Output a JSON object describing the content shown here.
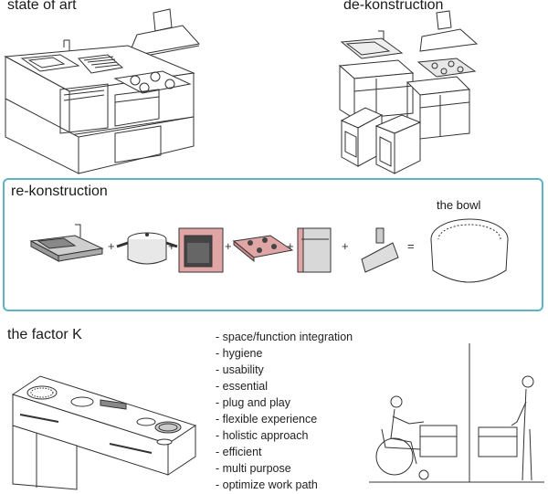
{
  "sections": {
    "state_of_art": "state of art",
    "de_konstruction": "de-konstruction",
    "re_konstruction": "re-konstruction",
    "the_bowl": "the bowl",
    "factor_k": "the factor K"
  },
  "equation": {
    "plus": "+",
    "equals": "="
  },
  "features": [
    "space/function integration",
    "hygiene",
    "usability",
    "essential",
    "plug and play",
    "flexible experience",
    "holistic approach",
    "efficient",
    "multi purpose",
    "optimize work path"
  ],
  "colors": {
    "accent_border": "#5bb5c6",
    "component_pink": "#e0a5a5"
  }
}
